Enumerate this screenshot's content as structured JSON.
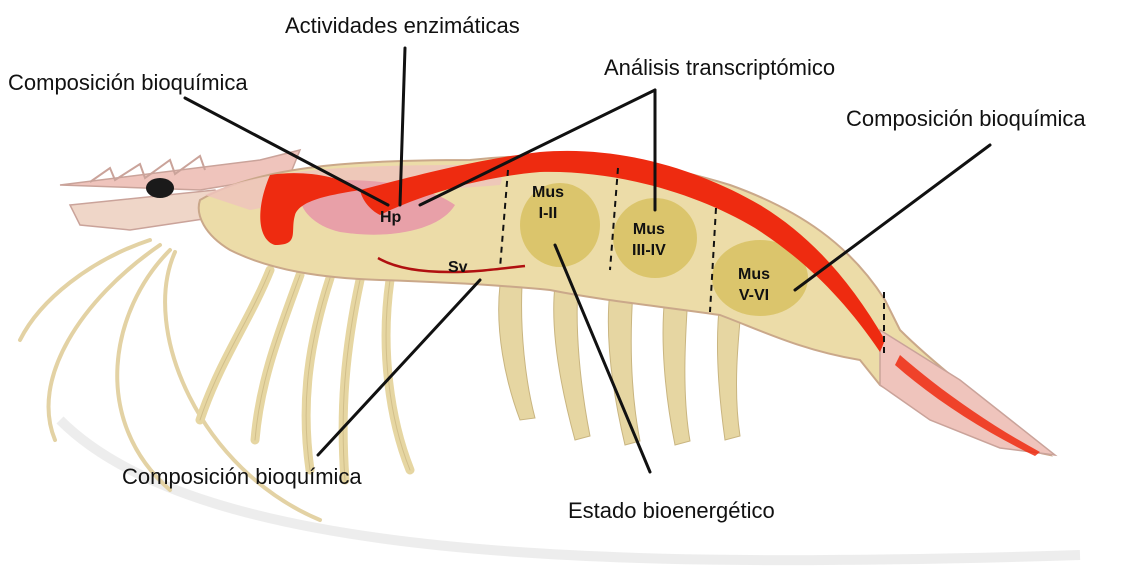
{
  "labels": {
    "enzimaticas": "Actividades enzimáticas",
    "bioquimica_left": "Composición bioquímica",
    "transcriptomico": "Análisis transcriptómico",
    "bioquimica_right": "Composición bioquímica",
    "bioquimica_bottom": "Composición bioquímica",
    "bioenergetico": "Estado bioenergético"
  },
  "organs": {
    "hp": "Hp",
    "sv": "Sv",
    "mus12_a": "Mus",
    "mus12_b": "I-II",
    "mus34_a": "Mus",
    "mus34_b": "III-IV",
    "mus56_a": "Mus",
    "mus56_b": "V-VI"
  },
  "colors": {
    "highlight_red": "#ee2b10",
    "hepatopancreas_pink": "#e8a0a8",
    "muscle_yellow": "#d6be58",
    "body_cream": "#ecdca8",
    "shell_pink": "#efc4bc",
    "leg_cream": "#e6d6a2",
    "line": "#111111",
    "sv_line": "#b01010"
  }
}
